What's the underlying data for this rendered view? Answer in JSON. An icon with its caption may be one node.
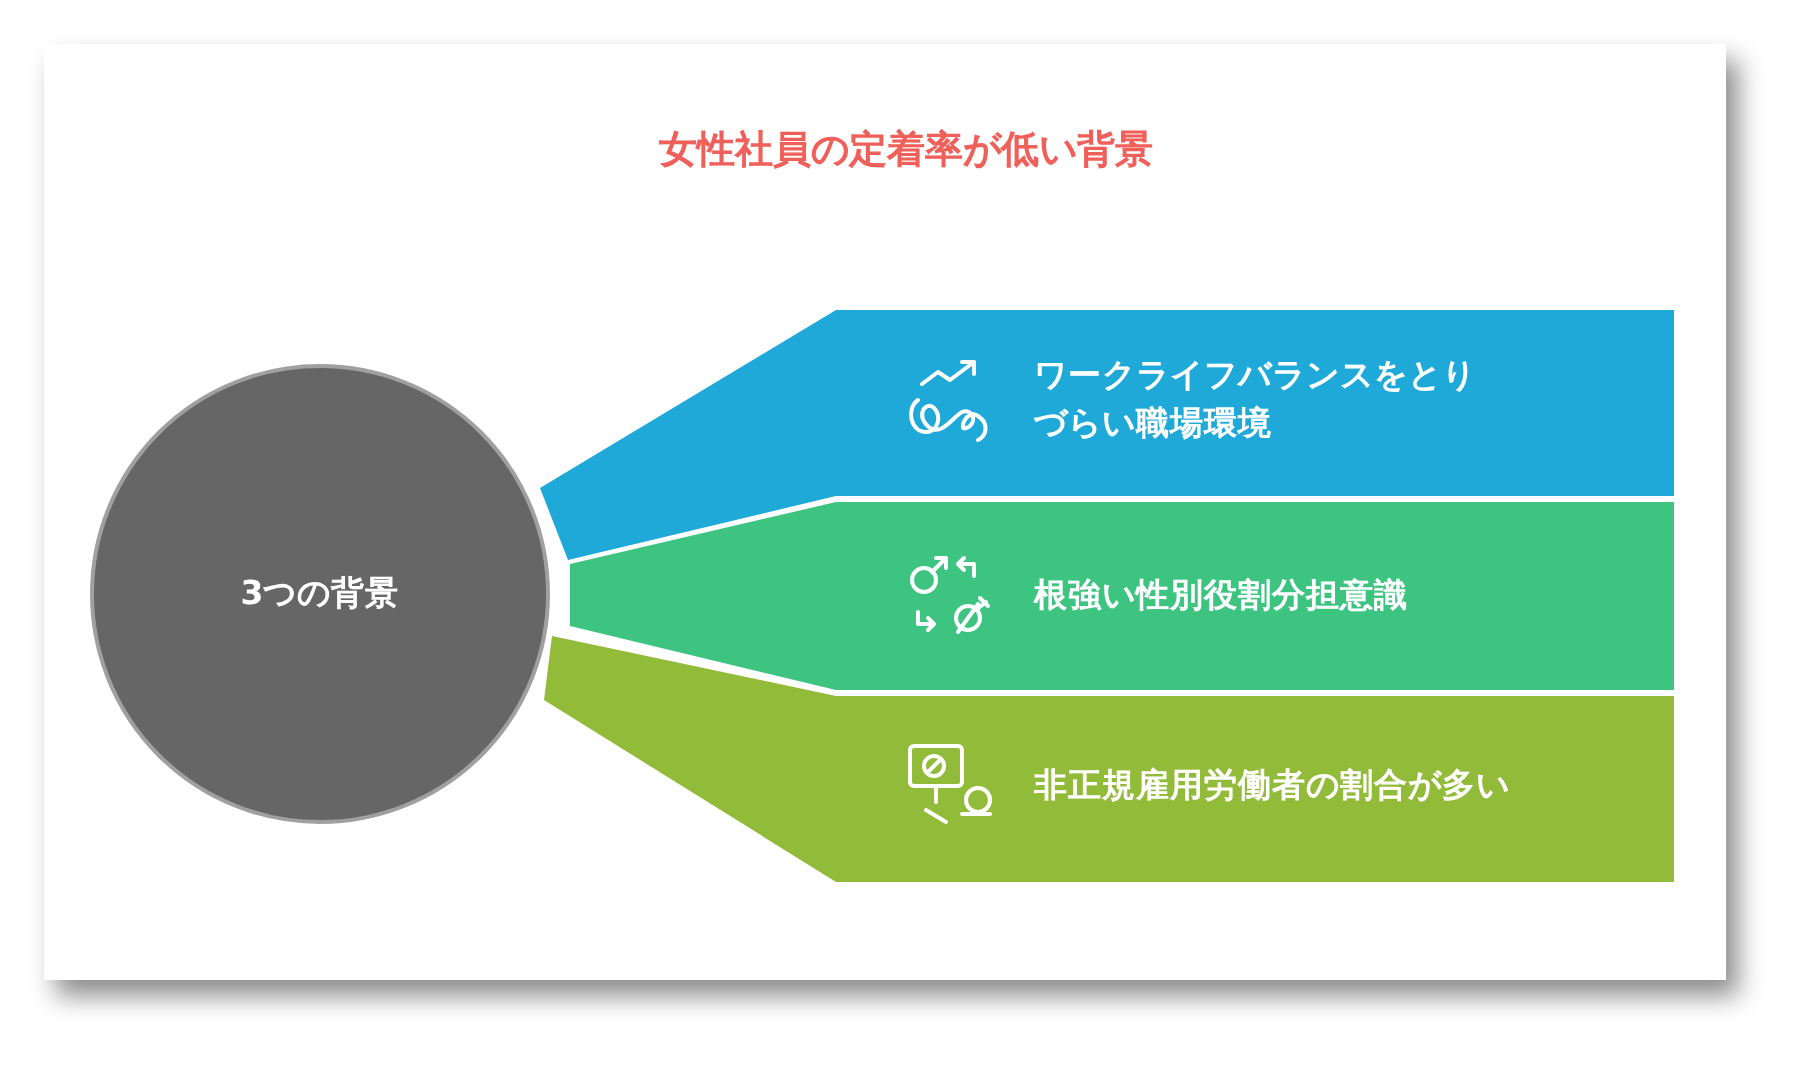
{
  "diagram": {
    "title": "女性社員の定着率が低い背景",
    "nodes": [
      {
        "text": [
          "3つの背景"
        ]
      },
      {
        "text": [
          "ワークライフバランスをとりづらい職場環境"
        ]
      },
      {
        "text": [
          "根強い性別役割分担意識"
        ]
      },
      {
        "text": [
          "非正規雇用労働者の割合が多い"
        ]
      }
    ]
  }
}
